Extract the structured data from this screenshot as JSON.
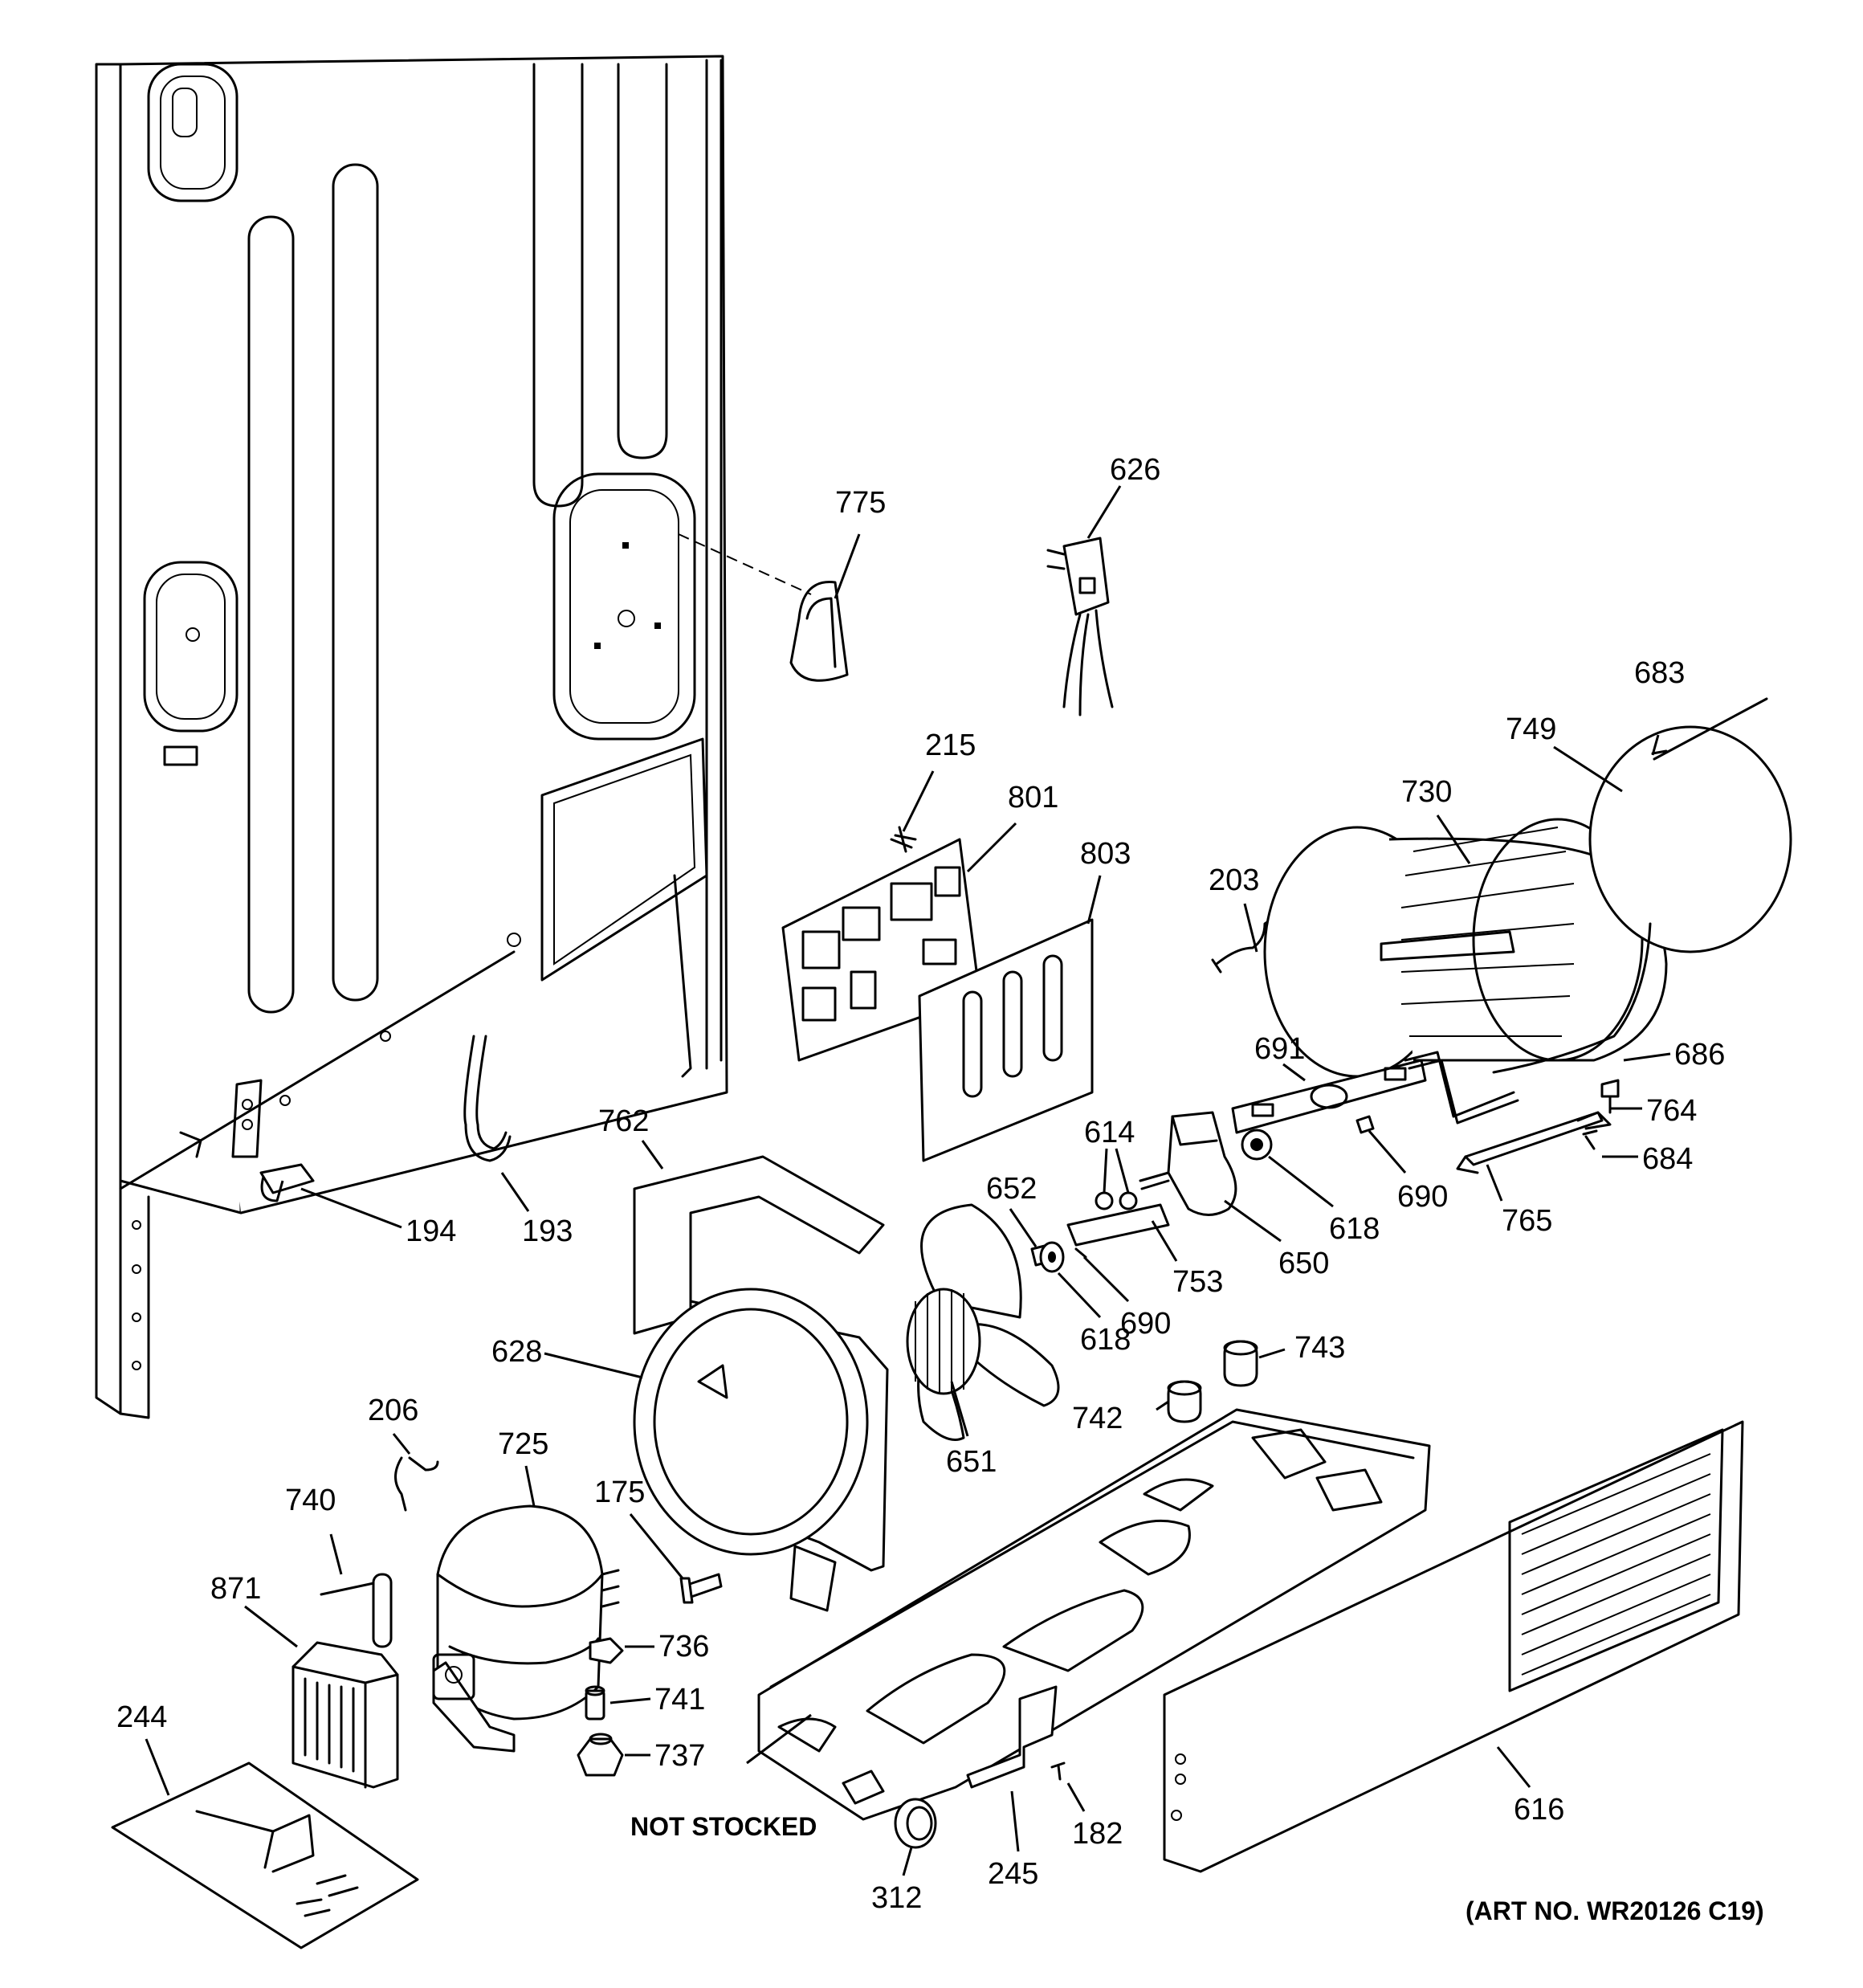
{
  "callouts": [
    {
      "id": "775",
      "text": "775"
    },
    {
      "id": "626",
      "text": "626"
    },
    {
      "id": "683",
      "text": "683"
    },
    {
      "id": "749",
      "text": "749"
    },
    {
      "id": "730",
      "text": "730"
    },
    {
      "id": "215",
      "text": "215"
    },
    {
      "id": "801",
      "text": "801"
    },
    {
      "id": "803",
      "text": "803"
    },
    {
      "id": "203",
      "text": "203"
    },
    {
      "id": "691",
      "text": "691"
    },
    {
      "id": "686",
      "text": "686"
    },
    {
      "id": "764",
      "text": "764"
    },
    {
      "id": "684",
      "text": "684"
    },
    {
      "id": "765",
      "text": "765"
    },
    {
      "id": "690a",
      "text": "690"
    },
    {
      "id": "618a",
      "text": "618"
    },
    {
      "id": "650",
      "text": "650"
    },
    {
      "id": "614",
      "text": "614"
    },
    {
      "id": "652",
      "text": "652"
    },
    {
      "id": "753",
      "text": "753"
    },
    {
      "id": "690b",
      "text": "690"
    },
    {
      "id": "618b",
      "text": "618"
    },
    {
      "id": "762",
      "text": "762"
    },
    {
      "id": "194",
      "text": "194"
    },
    {
      "id": "193",
      "text": "193"
    },
    {
      "id": "628",
      "text": "628"
    },
    {
      "id": "651",
      "text": "651"
    },
    {
      "id": "742",
      "text": "742"
    },
    {
      "id": "743",
      "text": "743"
    },
    {
      "id": "206",
      "text": "206"
    },
    {
      "id": "725",
      "text": "725"
    },
    {
      "id": "740",
      "text": "740"
    },
    {
      "id": "175",
      "text": "175"
    },
    {
      "id": "871",
      "text": "871"
    },
    {
      "id": "736",
      "text": "736"
    },
    {
      "id": "741",
      "text": "741"
    },
    {
      "id": "737",
      "text": "737"
    },
    {
      "id": "244",
      "text": "244"
    },
    {
      "id": "312",
      "text": "312"
    },
    {
      "id": "245",
      "text": "245"
    },
    {
      "id": "182",
      "text": "182"
    },
    {
      "id": "616",
      "text": "616"
    }
  ],
  "notes": {
    "not_stocked": "NOT STOCKED",
    "art_number": "(ART NO. WR20126 C19)"
  }
}
